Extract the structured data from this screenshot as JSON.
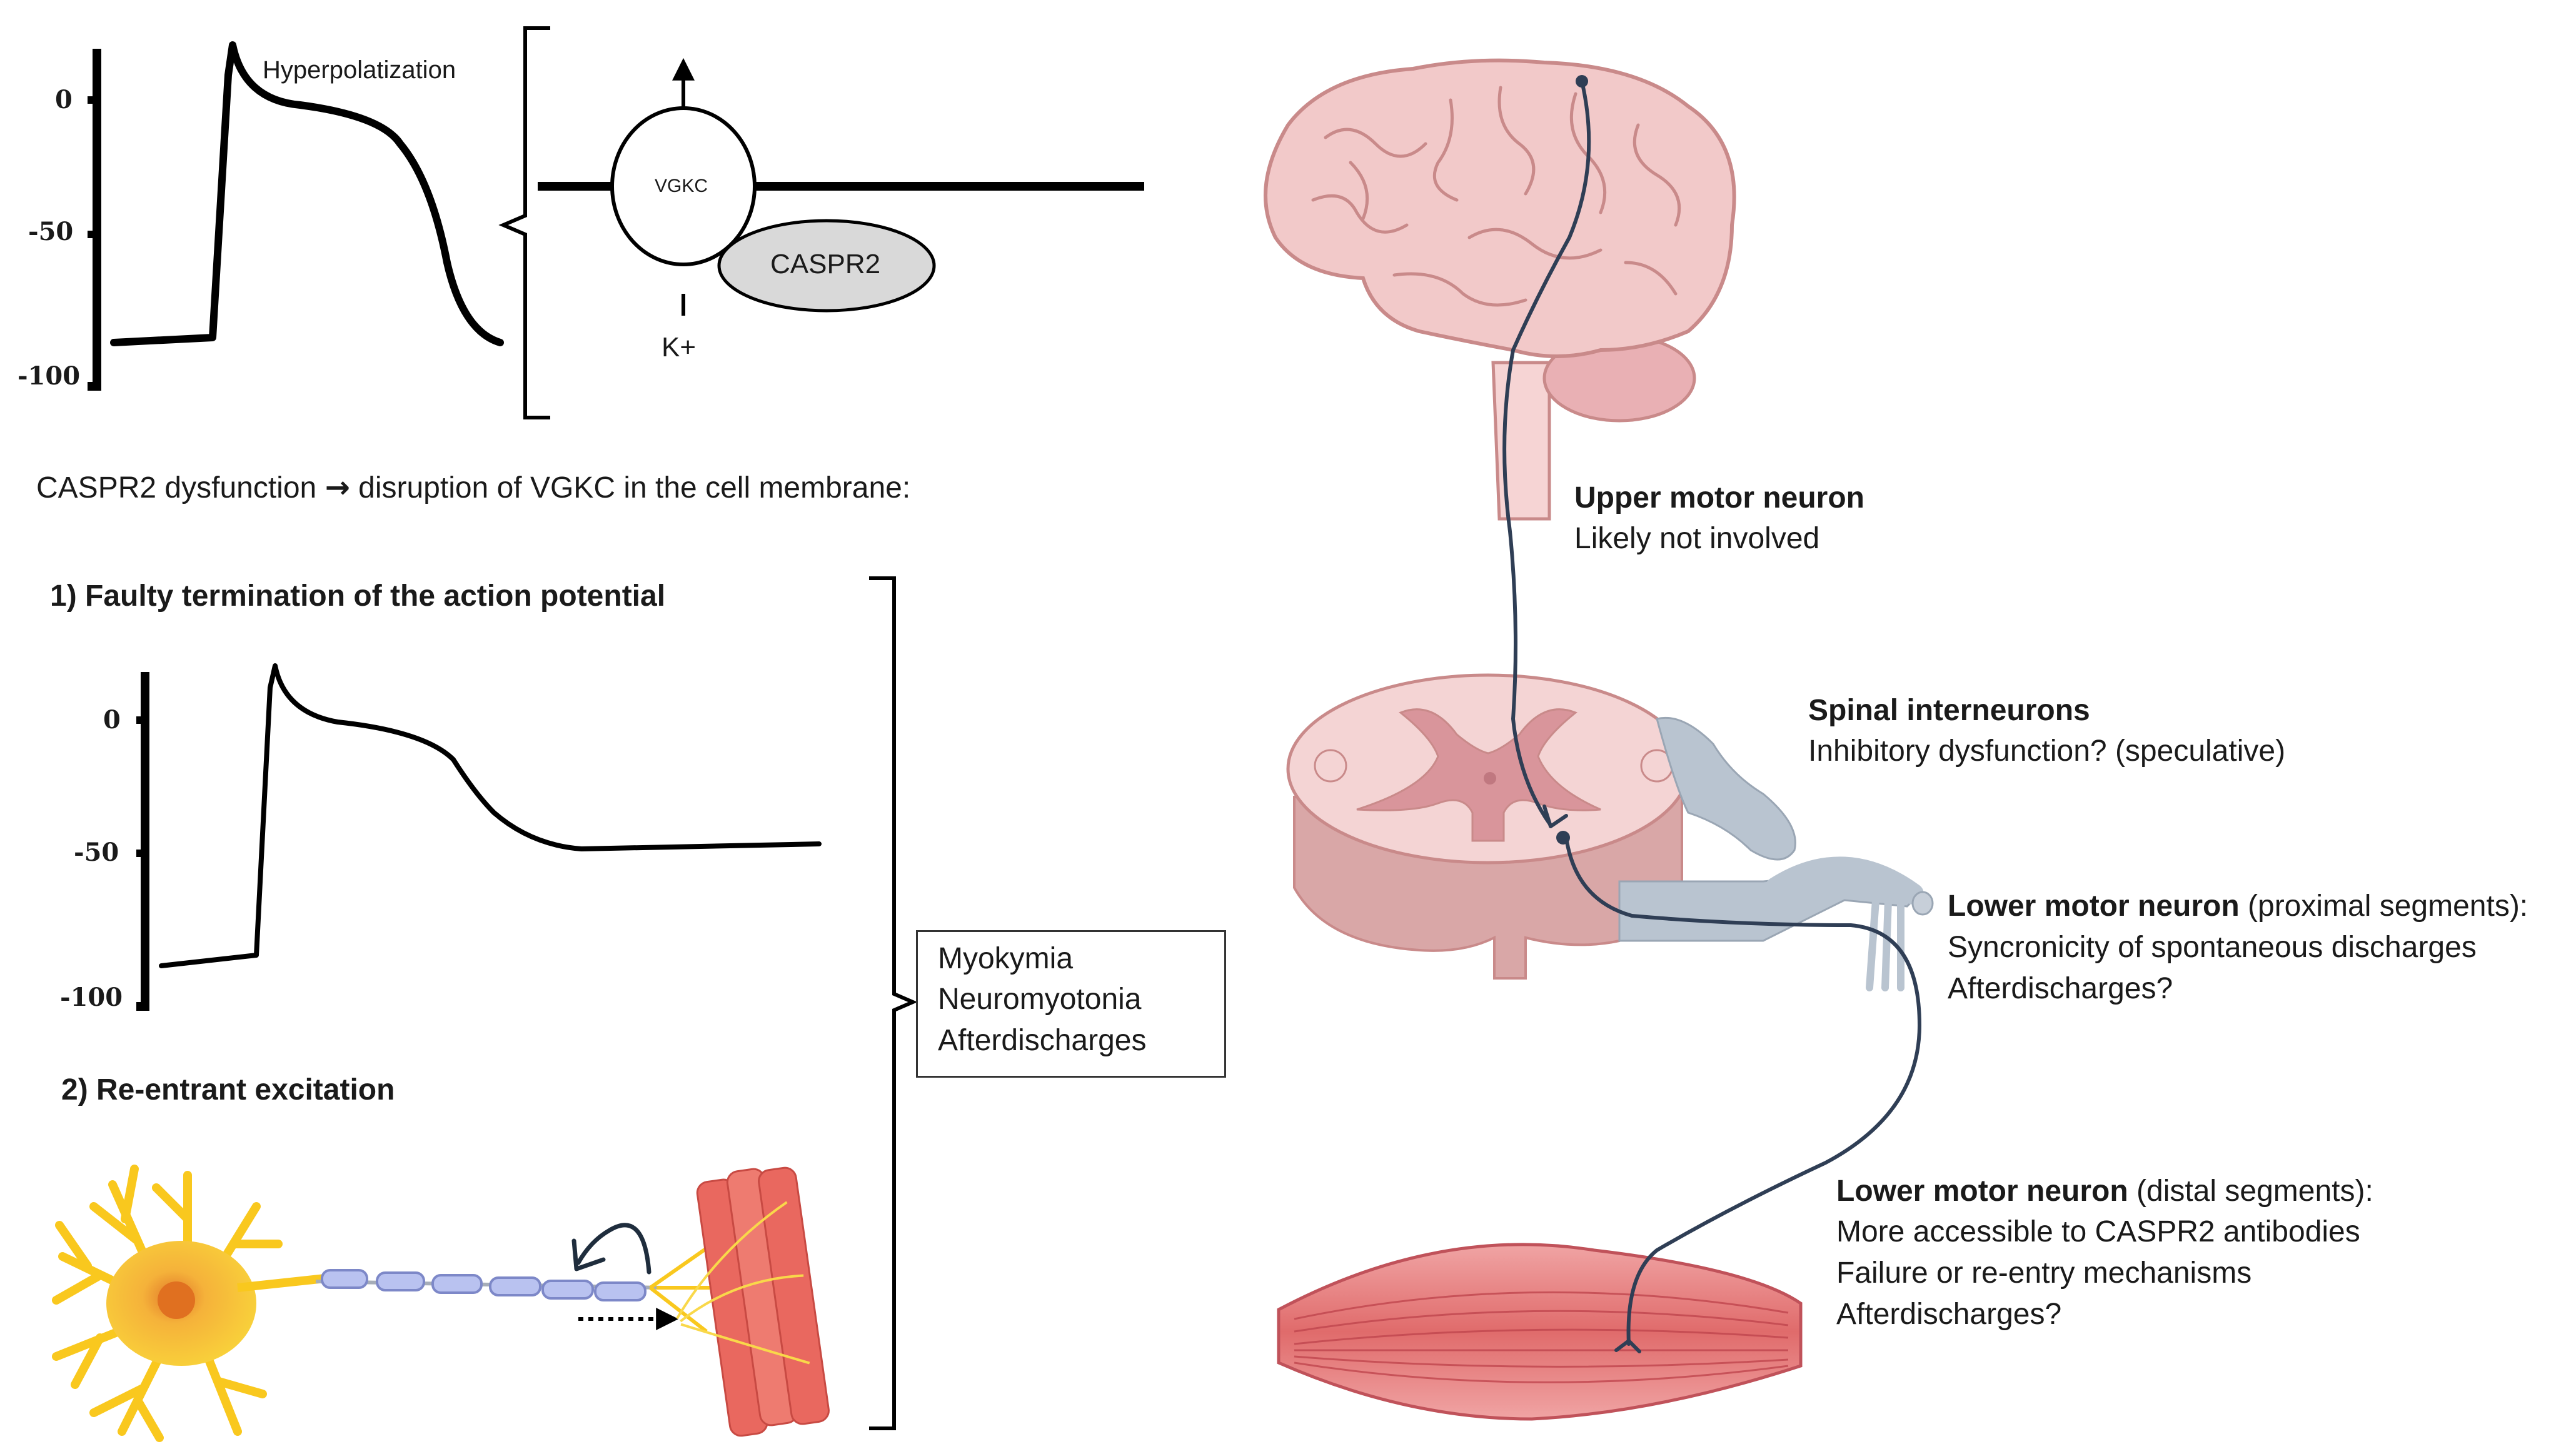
{
  "top_ap": {
    "label": "Hyperpolatization",
    "ticks": [
      "0",
      "-50",
      "-100"
    ]
  },
  "channel": {
    "vgkc": "VGKC",
    "caspr2": "CASPR2",
    "k_ion": "K+"
  },
  "dysfunction_line": {
    "left": "CASPR2 dysfunction",
    "arrow": "→",
    "right": "disruption of VGKC in the cell membrane:"
  },
  "mechanism_1": {
    "title": "1) Faulty termination of the action potential",
    "ticks": [
      "0",
      "-50",
      "-100"
    ]
  },
  "mechanism_2": {
    "title": "2) Re-entrant excitation"
  },
  "outcomes": [
    "Myokymia",
    "Neuromyotonia",
    "Afterdischarges"
  ],
  "annotations": {
    "upper_motor": {
      "title": "Upper motor neuron",
      "text": "Likely not involved"
    },
    "spinal": {
      "title": "Spinal interneurons",
      "text": "Inhibitory dysfunction? (speculative)"
    },
    "lower_proximal": {
      "title": "Lower motor neuron",
      "suffix": " (proximal segments):",
      "lines": [
        "Syncronicity of spontaneous discharges",
        "Afterdischarges?"
      ]
    },
    "lower_distal": {
      "title": "Lower motor neuron",
      "suffix": " (distal segments):",
      "lines": [
        "More accessible to CASPR2 antibodies",
        "Failure or re-entry mechanisms",
        "Afterdischarges?"
      ]
    }
  },
  "colors": {
    "brain": "#f2c9c9",
    "brain_outline": "#c98a8a",
    "spinal_grey": "#d89a9f",
    "nerve_root": "#b9c4d0",
    "muscle": "#e98b8b",
    "neuron_body": "#f9c81e",
    "myelin": "#b9c2f0",
    "axon_path": "#2f3e55"
  }
}
